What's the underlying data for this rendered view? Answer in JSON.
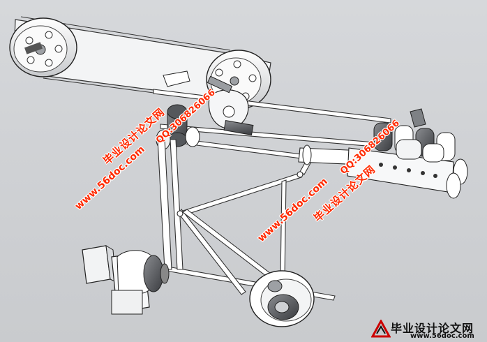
{
  "watermarks": {
    "qq": "QQ:306826066",
    "site_cn": "毕业设计论文网",
    "site_url": "www.56doc.com"
  },
  "logo": {
    "title": "毕业设计论文网",
    "url": "www.56doc.com"
  },
  "colors": {
    "watermark": "#ff2a00",
    "background": "#d0d2d5",
    "part_fill": "#ffffff",
    "part_stroke": "#222222"
  }
}
